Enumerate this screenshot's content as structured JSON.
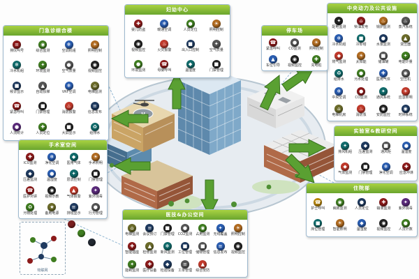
{
  "scene": {
    "helipad": "H"
  },
  "iot": {
    "label": "物联网",
    "nodes": [
      "#7a1f1f",
      "#3f7d20",
      "#222831"
    ]
  },
  "panels": [
    {
      "title": "门急诊综合楼",
      "items": [
        {
          "label": "排队叫号",
          "icon": "queue",
          "glyph": "≡",
          "color": "#8b1a1a"
        },
        {
          "label": "综合监测",
          "icon": "monitor",
          "glyph": "◉",
          "color": "#3f7d20"
        },
        {
          "label": "空调机组",
          "icon": "hvac",
          "glyph": "❄",
          "color": "#2a5db0"
        },
        {
          "label": "照明控制",
          "icon": "lighting",
          "glyph": "☀",
          "color": "#b06a1f"
        },
        {
          "label": "冷水机组",
          "icon": "chiller",
          "glyph": "❄",
          "color": "#116b6b"
        },
        {
          "label": "环境监测",
          "icon": "environment",
          "glyph": "✦",
          "color": "#3f7d20"
        },
        {
          "label": "空气质量",
          "icon": "air-quality",
          "glyph": "●",
          "color": "#555555"
        },
        {
          "label": "视频监控",
          "icon": "cctv",
          "glyph": "◉",
          "color": "#222222"
        },
        {
          "label": "候诊显示",
          "icon": "display",
          "glyph": "■",
          "color": "#1f3a5f"
        },
        {
          "label": "自动扶梯",
          "icon": "escalator",
          "glyph": "▲",
          "color": "#555555"
        },
        {
          "label": "VRF空调",
          "icon": "vrf",
          "glyph": "❄",
          "color": "#2a5db0"
        },
        {
          "label": "电梯监测",
          "icon": "elevator",
          "glyph": "⌂",
          "color": "#6b6b2a"
        },
        {
          "label": "紧急呼叫",
          "icon": "emergency-call",
          "glyph": "☎",
          "color": "#8b1a1a"
        },
        {
          "label": "门禁管理",
          "icon": "access-control",
          "glyph": "■",
          "color": "#222222"
        },
        {
          "label": "消防报警",
          "icon": "fire-alarm",
          "glyph": "♨",
          "color": "#c0392b"
        },
        {
          "label": "信息发布",
          "icon": "signage",
          "glyph": "≡",
          "color": "#1f3a5f"
        },
        {
          "label": "人流统计",
          "icon": "people-count",
          "glyph": "●",
          "color": "#5a2a7a"
        },
        {
          "label": "人员定位",
          "icon": "locating",
          "glyph": "✚",
          "color": "#3f7d20"
        },
        {
          "label": "大屏显示",
          "icon": "big-screen",
          "glyph": "■",
          "color": "#222222"
        },
        {
          "label": "给排水",
          "icon": "water",
          "glyph": "♻",
          "color": "#116b6b"
        }
      ]
    },
    {
      "title": "妇幼中心",
      "items": [
        {
          "label": "婴儿防盗",
          "icon": "infant-security",
          "glyph": "✚",
          "color": "#8b1a1a"
        },
        {
          "label": "暖通空调",
          "icon": "hvac",
          "glyph": "❄",
          "color": "#2a5db0"
        },
        {
          "label": "人员定位",
          "icon": "locating",
          "glyph": "●",
          "color": "#3f7d20"
        },
        {
          "label": "照明控制",
          "icon": "lighting",
          "glyph": "☀",
          "color": "#b06a1f"
        },
        {
          "label": "视频监控",
          "icon": "cctv",
          "glyph": "◉",
          "color": "#222222"
        },
        {
          "label": "火灾报警",
          "icon": "fire-alarm",
          "glyph": "♨",
          "color": "#c0392b"
        },
        {
          "label": "出入口控制",
          "icon": "entrance",
          "glyph": "■",
          "color": "#1f3a5f"
        },
        {
          "label": "空气质量",
          "icon": "air-quality",
          "glyph": "✦",
          "color": "#555555"
        },
        {
          "label": "环境监测",
          "icon": "environment",
          "glyph": "●",
          "color": "#3f7d20"
        },
        {
          "label": "母婴呼叫",
          "icon": "call",
          "glyph": "☎",
          "color": "#8b1a1a"
        },
        {
          "label": "温湿度",
          "icon": "temp-humidity",
          "glyph": "◆",
          "color": "#116b6b"
        },
        {
          "label": "门禁管理",
          "icon": "access-control",
          "glyph": "■",
          "color": "#222222"
        }
      ]
    },
    {
      "title": "中央动力及公共设施",
      "items": [
        {
          "label": "配电监测",
          "icon": "power",
          "glyph": "✦",
          "color": "#222222"
        },
        {
          "label": "柴油发电",
          "icon": "generator",
          "glyph": "⌂",
          "color": "#8b1a1a"
        },
        {
          "label": "锅炉监测",
          "icon": "boiler",
          "glyph": "♨",
          "color": "#b06a1f"
        },
        {
          "label": "蒸汽系统",
          "icon": "steam",
          "glyph": "♨",
          "color": "#555555"
        },
        {
          "label": "冷水机组",
          "icon": "chiller",
          "glyph": "❄",
          "color": "#2a5db0"
        },
        {
          "label": "冷却塔",
          "icon": "cooling-tower",
          "glyph": "■",
          "color": "#116b6b"
        },
        {
          "label": "水泵监测",
          "icon": "pump",
          "glyph": "●",
          "color": "#1f3a5f"
        },
        {
          "label": "变压器",
          "icon": "transformer",
          "glyph": "▲",
          "color": "#6b6b2a"
        },
        {
          "label": "燃气监测",
          "icon": "gas",
          "glyph": "◆",
          "color": "#c0392b"
        },
        {
          "label": "太阳能",
          "icon": "solar",
          "glyph": "☀",
          "color": "#b06a1f"
        },
        {
          "label": "储油罐",
          "icon": "fuel-tank",
          "glyph": "■",
          "color": "#555555"
        },
        {
          "label": "电能计量",
          "icon": "metering",
          "glyph": "✦",
          "color": "#3f7d20"
        },
        {
          "label": "给排水",
          "icon": "water",
          "glyph": "♻",
          "color": "#116b6b"
        },
        {
          "label": "污水处理",
          "icon": "sewage",
          "glyph": "●",
          "color": "#3f7d20"
        },
        {
          "label": "医用气体",
          "icon": "medical-gas",
          "glyph": "✚",
          "color": "#2a5db0"
        },
        {
          "label": "空压机",
          "icon": "compressor",
          "glyph": "◉",
          "color": "#555555"
        },
        {
          "label": "中央空调",
          "icon": "central-hvac",
          "glyph": "❄",
          "color": "#2a5db0"
        },
        {
          "label": "CO监测",
          "icon": "co-sensor",
          "glyph": "●",
          "color": "#8b1a1a"
        },
        {
          "label": "通风系统",
          "icon": "ventilation",
          "glyph": "✦",
          "color": "#116b6b"
        },
        {
          "label": "应急照明",
          "icon": "emergency-light",
          "glyph": "☀",
          "color": "#c0392b"
        },
        {
          "label": "电梯机房",
          "icon": "elevator-room",
          "glyph": "⌂",
          "color": "#6b6b2a"
        },
        {
          "label": "消防泵",
          "icon": "fire-pump",
          "glyph": "♨",
          "color": "#c0392b"
        },
        {
          "label": "安防监控",
          "icon": "security",
          "glyph": "◉",
          "color": "#222222"
        },
        {
          "label": "时钟系统",
          "icon": "clock",
          "glyph": "◉",
          "color": "#1f3a5f"
        }
      ]
    },
    {
      "title": "停车场",
      "items": [
        {
          "label": "紧急呼叫",
          "icon": "emergency-call",
          "glyph": "☎",
          "color": "#8b1a1a"
        },
        {
          "label": "CO监测",
          "icon": "co-sensor",
          "glyph": "●",
          "color": "#555555"
        },
        {
          "label": "照明控制",
          "icon": "lighting",
          "glyph": "☀",
          "color": "#b06a1f"
        },
        {
          "label": "车位引导",
          "icon": "parking-guide",
          "glyph": "▲",
          "color": "#2a5db0"
        },
        {
          "label": "视频监控",
          "icon": "cctv",
          "glyph": "◉",
          "color": "#222222"
        },
        {
          "label": "充电桩",
          "icon": "ev-charger",
          "glyph": "✚",
          "color": "#3f7d20"
        }
      ]
    },
    {
      "title": "实验室&教研空间",
      "items": [
        {
          "label": "排风机组",
          "icon": "exhaust-fan",
          "glyph": "✦",
          "color": "#116b6b"
        },
        {
          "label": "压差监测",
          "icon": "pressure",
          "glyph": "◆",
          "color": "#1f3a5f"
        },
        {
          "label": "通风柜",
          "icon": "fume-hood",
          "glyph": "■",
          "color": "#555555"
        },
        {
          "label": "温湿度",
          "icon": "temp-humidity",
          "glyph": "●",
          "color": "#2a5db0"
        },
        {
          "label": "气体监测",
          "icon": "gas-sensor",
          "glyph": "◆",
          "color": "#c0392b"
        },
        {
          "label": "门禁管理",
          "icon": "access-control",
          "glyph": "■",
          "color": "#222222"
        },
        {
          "label": "净化空调",
          "icon": "clean-hvac",
          "glyph": "❄",
          "color": "#2a5db0"
        },
        {
          "label": "应急冲淋",
          "icon": "emergency-shower",
          "glyph": "✚",
          "color": "#8b1a1a"
        }
      ]
    },
    {
      "title": "住院部",
      "items": [
        {
          "label": "护士呼叫",
          "icon": "nurse-call",
          "glyph": "☎",
          "color": "#b8860b"
        },
        {
          "label": "病房监测",
          "icon": "ward-monitor",
          "glyph": "◉",
          "color": "#3f7d20"
        },
        {
          "label": "人员定位",
          "icon": "locating",
          "glyph": "●",
          "color": "#1f3a5f"
        },
        {
          "label": "输液监测",
          "icon": "infusion",
          "glyph": "✚",
          "color": "#8b1a1a"
        },
        {
          "label": "紫外消毒",
          "icon": "uv-disinfect",
          "glyph": "✦",
          "color": "#5a2a7a"
        },
        {
          "label": "床位管理",
          "icon": "bed-management",
          "glyph": "■",
          "color": "#116b6b"
        },
        {
          "label": "智能照明",
          "icon": "lighting",
          "glyph": "☀",
          "color": "#b06a1f"
        },
        {
          "label": "温湿度",
          "icon": "temp-humidity",
          "glyph": "◆",
          "color": "#2a5db0"
        },
        {
          "label": "视频监控",
          "icon": "cctv",
          "glyph": "◉",
          "color": "#222222"
        },
        {
          "label": "人员计数",
          "icon": "people-count",
          "glyph": "●",
          "color": "#3f7d20"
        }
      ]
    },
    {
      "title": "医技&办公空间",
      "items": [
        {
          "label": "电梯监测",
          "icon": "elevator",
          "glyph": "⌂",
          "color": "#6b6b2a"
        },
        {
          "label": "会议预订",
          "icon": "meeting",
          "glyph": "≡",
          "color": "#1f3a5f"
        },
        {
          "label": "门禁管理",
          "icon": "access-control",
          "glyph": "■",
          "color": "#222222"
        },
        {
          "label": "CO2监测",
          "icon": "co2-sensor",
          "glyph": "●",
          "color": "#555555"
        },
        {
          "label": "占用监测",
          "icon": "occupancy",
          "glyph": "◉",
          "color": "#3f7d20"
        },
        {
          "label": "无线覆盖",
          "icon": "wireless",
          "glyph": "✦",
          "color": "#2a5db0"
        },
        {
          "label": "照明控制",
          "icon": "lighting",
          "glyph": "☀",
          "color": "#b06a1f"
        },
        {
          "label": "智能插座",
          "icon": "smart-socket",
          "glyph": "✚",
          "color": "#8b1a1a"
        },
        {
          "label": "检修监测",
          "icon": "maintenance",
          "glyph": "▲",
          "color": "#6b6b2a"
        },
        {
          "label": "新风监测",
          "icon": "fresh-air",
          "glyph": "❄",
          "color": "#116b6b"
        },
        {
          "label": "工位管理",
          "icon": "workspace",
          "glyph": "■",
          "color": "#1f3a5f"
        },
        {
          "label": "储物管理",
          "icon": "locker",
          "glyph": "■",
          "color": "#555555"
        },
        {
          "label": "信息发布",
          "icon": "signage",
          "glyph": "≡",
          "color": "#2a5db0"
        },
        {
          "label": "视频监控",
          "icon": "cctv",
          "glyph": "◉",
          "color": "#222222"
        },
        {
          "label": "能耗监测",
          "icon": "energy",
          "glyph": "✦",
          "color": "#3f7d20"
        },
        {
          "label": "医疗设备",
          "icon": "medical-device",
          "glyph": "✚",
          "color": "#8b1a1a"
        },
        {
          "label": "检验设备",
          "icon": "lab-device",
          "glyph": "◆",
          "color": "#1f3a5f"
        },
        {
          "label": "工单管理",
          "icon": "work-order",
          "glyph": "≡",
          "color": "#555555"
        },
        {
          "label": "综合安防",
          "icon": "security",
          "glyph": "▲",
          "color": "#c0392b"
        }
      ]
    },
    {
      "title": "手术室空间",
      "items": [
        {
          "label": "ICU监测",
          "icon": "icu",
          "glyph": "✚",
          "color": "#8b1a1a"
        },
        {
          "label": "净化空调",
          "icon": "clean-hvac",
          "glyph": "❄",
          "color": "#2a5db0"
        },
        {
          "label": "医用气体",
          "icon": "medical-gas",
          "glyph": "◆",
          "color": "#116b6b"
        },
        {
          "label": "手术照明",
          "icon": "surgical-light",
          "glyph": "☀",
          "color": "#b06a1f"
        },
        {
          "label": "压差监测",
          "icon": "pressure",
          "glyph": "◆",
          "color": "#1f3a5f"
        },
        {
          "label": "温湿度",
          "icon": "temp-humidity",
          "glyph": "●",
          "color": "#2a5db0"
        },
        {
          "label": "层流控制",
          "icon": "laminar-flow",
          "glyph": "✦",
          "color": "#116b6b"
        },
        {
          "label": "门禁管理",
          "icon": "access-control",
          "glyph": "■",
          "color": "#222222"
        },
        {
          "label": "医护对讲",
          "icon": "intercom",
          "glyph": "☎",
          "color": "#8b1a1a"
        },
        {
          "label": "视频示教",
          "icon": "video-teaching",
          "glyph": "◉",
          "color": "#222222"
        },
        {
          "label": "气体报警",
          "icon": "gas-alarm",
          "glyph": "▲",
          "color": "#c0392b"
        },
        {
          "label": "紫外消毒",
          "icon": "uv-disinfect",
          "glyph": "✦",
          "color": "#5a2a7a"
        },
        {
          "label": "污物处理",
          "icon": "waste",
          "glyph": "♻",
          "color": "#3f7d20"
        },
        {
          "label": "备用电源",
          "icon": "backup-power",
          "glyph": "★",
          "color": "#6b6b2a"
        },
        {
          "label": "排班显示",
          "icon": "schedule-display",
          "glyph": "≡",
          "color": "#1f3a5f"
        },
        {
          "label": "行为管理",
          "icon": "behavior",
          "glyph": "●",
          "color": "#555555"
        }
      ]
    }
  ]
}
